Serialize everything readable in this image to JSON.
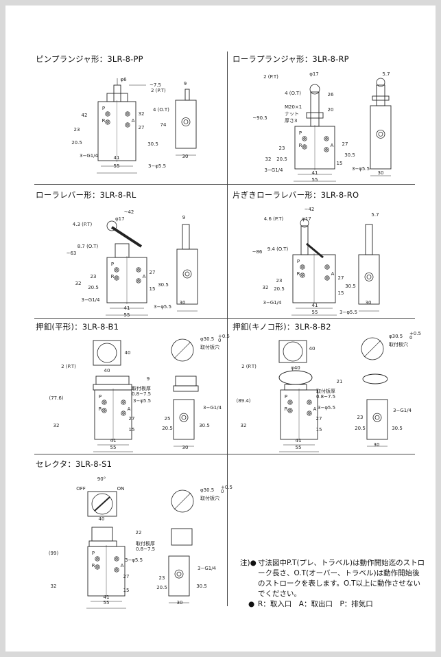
{
  "sections": {
    "pp": {
      "title": "ピンプランジャ形：3LR-8-PP",
      "dims": [
        "φ6",
        "~7.5",
        "2 (P.T)",
        "4 (O.T)",
        "9",
        "42",
        "32",
        "27",
        "74",
        "23",
        "20.5",
        "30.5",
        "3−G1/4",
        "41",
        "55",
        "3−φ5.5",
        "30"
      ],
      "ports": [
        "P",
        "R",
        "A"
      ]
    },
    "rp": {
      "title": "ローラプランジャ形：3LR-8-RP",
      "dims": [
        "2 (P.T)",
        "φ17",
        "5.7",
        "4 (O.T)",
        "26",
        "20",
        "M20×1",
        "ナット",
        "厚さ3",
        "~90.5",
        "23",
        "20.5",
        "32",
        "27",
        "30.5",
        "15",
        "3−G1/4",
        "41",
        "55",
        "3−φ5.5",
        "30"
      ],
      "ports": [
        "P",
        "R",
        "A"
      ]
    },
    "rl": {
      "title": "ローラレバー形：3LR-8-RL",
      "dims": [
        "~42",
        "4.3 (P.T)",
        "φ17",
        "9",
        "8.7 (O.T)",
        "~63",
        "23",
        "32",
        "20.5",
        "27",
        "30.5",
        "15",
        "3−G1/4",
        "41",
        "55",
        "3−φ5.5",
        "30"
      ],
      "ports": [
        "P",
        "R",
        "A"
      ]
    },
    "ro": {
      "title": "片ぎきローラレバー形：3LR-8-RO",
      "dims": [
        "~42",
        "4.6 (P.T)",
        "φ17",
        "5.7",
        "9.4 (O.T)",
        "~86",
        "23",
        "20.5",
        "32",
        "27",
        "30.5",
        "15",
        "3−G1/4",
        "41",
        "55",
        "3−φ5.5",
        "30"
      ],
      "ports": [
        "P",
        "R",
        "A"
      ]
    },
    "b1": {
      "title": "押釦(平形)：3LR-8-B1",
      "dims": [
        "40",
        "40",
        "φ30.5",
        "+0.5",
        "0",
        "取付板穴",
        "2 (P.T)",
        "9",
        "(77.6)",
        "取付板厚",
        "0.8~7.5",
        "3−φ5.5",
        "27",
        "32",
        "15",
        "41",
        "55",
        "25",
        "20.5",
        "30.5",
        "3−G1/4",
        "30"
      ],
      "ports": [
        "P",
        "R",
        "A"
      ]
    },
    "b2": {
      "title": "押釦(キノコ形)：3LR-8-B2",
      "dims": [
        "40",
        "φ30.5",
        "+0.5",
        "0",
        "取付板穴",
        "2 (P.T)",
        "φ40",
        "21",
        "(89.4)",
        "取付板厚",
        "0.8~7.5",
        "3−φ5.5",
        "27",
        "32",
        "15",
        "41",
        "55",
        "23",
        "20.5",
        "30.5",
        "3−G1/4",
        "30"
      ],
      "ports": [
        "P",
        "R",
        "A"
      ]
    },
    "s1": {
      "title": "セレクタ：3LR-8-S1",
      "dims": [
        "90°",
        "OFF",
        "ON",
        "40",
        "φ30.5",
        "+0.5",
        "0",
        "取付板穴",
        "22",
        "取付板厚",
        "0.8~7.5",
        "(99)",
        "3−φ5.5",
        "27",
        "32",
        "15",
        "41",
        "55",
        "23",
        "20.5",
        "30.5",
        "3−G1/4",
        "30"
      ],
      "ports": [
        "P",
        "R",
        "A"
      ]
    }
  },
  "notes": {
    "lead": "注)●",
    "line1": "寸法図中P.T(プレ、トラベル)は動作開始迄のストローク長さ、O.T(オーバー、トラベル)は動作開始後のストロークを表します。O.T以上に動作させないでください。",
    "bullet": "●",
    "line2": "R：取入口　A：取出口　P：排気口"
  }
}
